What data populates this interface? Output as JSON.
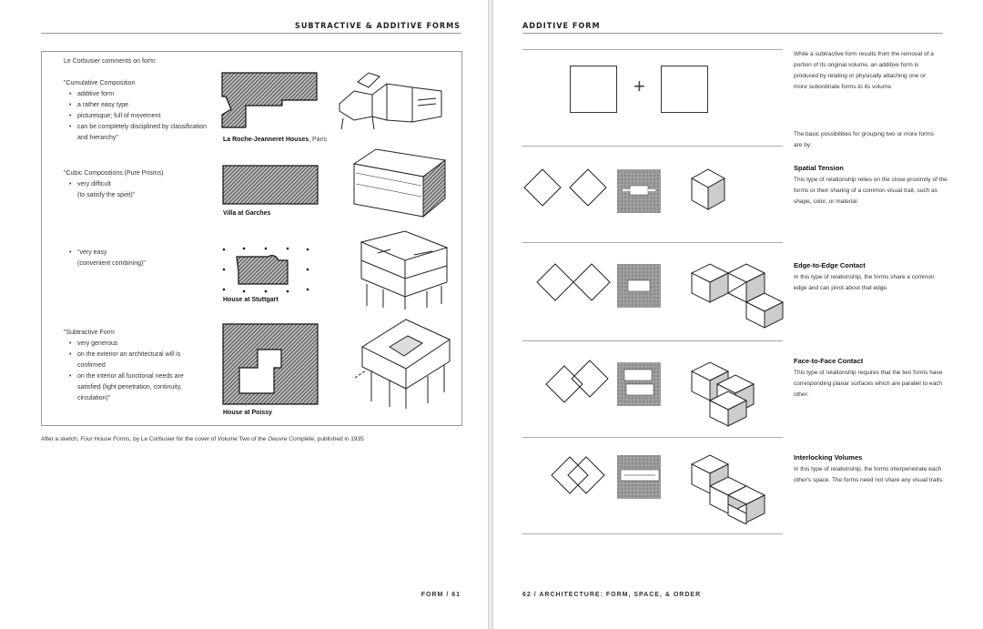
{
  "left_page": {
    "running_head": "SUBTRACTIVE & ADDITIVE FORMS",
    "folio": "FORM / 61",
    "intro": "Le Corbusier comments on form:",
    "groups": [
      {
        "heading": "\"Cumulative Composition",
        "bullets": [
          "additive form",
          "a rather easy type",
          "picturesque; full of movement",
          "can be completely disciplined by classification",
          "and hierarchy\""
        ],
        "caption_bold": "La Roche-Jeanneret Houses",
        "caption_light": ", Paris"
      },
      {
        "heading": "\"Cubic Compositions (Pure Prisms)",
        "bullets": [
          "very difficult",
          "(to satisfy the spirit)\""
        ],
        "caption_bold": "Villa at Garches",
        "caption_light": ""
      },
      {
        "heading": "",
        "bullets": [
          "\"very easy",
          "(convenient combining)\""
        ],
        "caption_bold": "House at Stuttgart",
        "caption_light": ""
      },
      {
        "heading": "\"Subtractive Form",
        "bullets": [
          "very generous",
          "on the exterior an architectural will is",
          "confirmed",
          "on the interior all functional needs are",
          "satisfied (light penetration, continuity,",
          "circulation)\""
        ],
        "caption_bold": "House at Poissy",
        "caption_light": ""
      }
    ],
    "footnote": {
      "prefix": "After a sketch, ",
      "title": "Four House Forms",
      "middle": ", by Le Corbusier for the cover of Volume Two of the ",
      "book": "Oeuvre Complète",
      "suffix": ", published in 1935"
    }
  },
  "right_page": {
    "running_head": "ADDITIVE FORM",
    "folio": "62 / ARCHITECTURE: FORM, SPACE, & ORDER",
    "intro": "While a subtractive form results from the removal of a portion of its original volume, an additive form is produced by relating or physically attaching one or more subordinate forms to its volume.",
    "grouping_intro": "The basic possibilities for grouping two or more forms are by:",
    "plus_glyph": "+",
    "relations": [
      {
        "title": "Spatial Tension",
        "body": "This type of relationship relies on the close proximity of the forms or their sharing of a common visual trait, such as shape, color, or material."
      },
      {
        "title": "Edge-to-Edge Contact",
        "body": "In this type of relationship, the forms share a common edge and can pivot about that edge."
      },
      {
        "title": "Face-to-Face Contact",
        "body": "This type of relationship requires that the two forms have corresponding planar surfaces which are parallel to each other."
      },
      {
        "title": "Interlocking Volumes",
        "body": "In this type of relationship, the forms interpenetrate each other's space. The forms need not share any visual traits."
      }
    ]
  }
}
